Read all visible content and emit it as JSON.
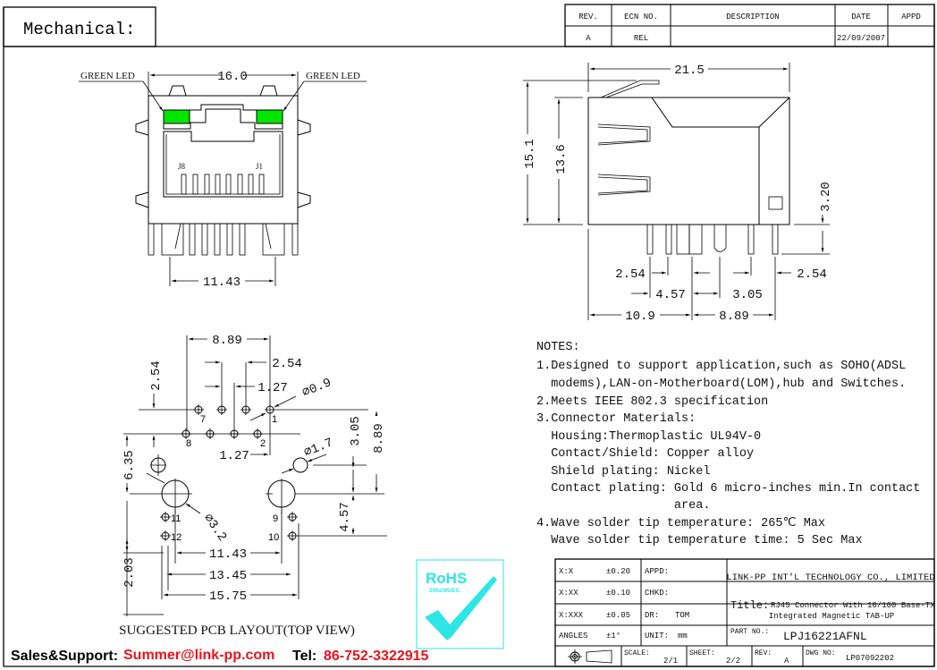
{
  "header": {
    "section_title": "Mechanical:"
  },
  "revision_table": {
    "columns": [
      "REV.",
      "ECN NO.",
      "DESCRIPTION",
      "DATE",
      "APPD"
    ],
    "rows": [
      [
        "A",
        "REL",
        "",
        "22/09/2007",
        ""
      ]
    ]
  },
  "front_view": {
    "led_left": "GREEN LED",
    "led_right": "GREEN LED",
    "width_dim": "16.0",
    "pin_span_dim": "11.43",
    "contact_left": "J8",
    "contact_right": "J1",
    "led_color": "#00e600"
  },
  "side_view": {
    "length_dim": "21.5",
    "height_total_dim": "15.1",
    "height_body_dim": "13.6",
    "pin_length_dim": "3.20",
    "pitch_left_dim": "2.54",
    "pitch_right_dim": "2.54",
    "dim_457": "4.57",
    "dim_305": "3.05",
    "dim_109": "10.9",
    "dim_889": "8.89"
  },
  "pcb_layout": {
    "caption": "SUGGESTED PCB LAYOUT(TOP VIEW)",
    "dims": {
      "top_span": "8.89",
      "pitch_254": "2.54",
      "pitch_127_top": "1.27",
      "hole_09": "⌀0.9",
      "row_254": "2.54",
      "dim_635": "6.35",
      "dim_203": "2.03",
      "pitch_127_bottom": "1.27",
      "hole_17": "⌀1.7",
      "dim_305": "3.05",
      "dim_889_v": "8.89",
      "dim_457": "4.57",
      "hole_32": "⌀3.2",
      "dim_1143": "11.43",
      "dim_1345": "13.45",
      "dim_1575": "15.75"
    },
    "pin_labels": {
      "p1": "1",
      "p2": "2",
      "p7": "7",
      "p8": "8",
      "p9": "9",
      "p10": "10",
      "p11": "11",
      "p12": "12"
    }
  },
  "notes": {
    "heading": "NOTES:",
    "lines": [
      "1.Designed to support application,such as SOHO(ADSL",
      "  modems),LAN-on-Motherboard(LOM),hub and Switches.",
      "2.Meets IEEE 802.3 specification",
      "3.Connector Materials:",
      "  Housing:Thermoplastic UL94V-0",
      "  Contact/Shield: Copper alloy",
      "  Shield plating: Nickel",
      "  Contact plating: Gold 6 micro-inches min.In contact",
      "                   area.",
      "4.Wave solder tip temperature: 265℃ Max",
      "  Wave solder tip temperature time: 5 Sec Max"
    ]
  },
  "rohs": {
    "title": "RoHS",
    "directive": "2002/95/EC",
    "color": "#2ee6e6"
  },
  "title_block": {
    "tolerances": [
      {
        "label": "X:X",
        "value": "±0.20"
      },
      {
        "label": "X:XX",
        "value": "±0.10"
      },
      {
        "label": "X:XXX",
        "value": "±0.05"
      },
      {
        "label": "ANGLES",
        "value": "±1°"
      }
    ],
    "appd_label": "APPD:",
    "chkd_label": "CHKD:",
    "dr_label": "DR:",
    "dr_value": "TOM",
    "unit_label": "UNIT:",
    "unit_value": "mm",
    "company": "LINK-PP INT'L TECHNOLOGY CO., LIMITED",
    "title_label": "Title:",
    "title_line1": "RJ45 Connector With 10/100 Base-TX",
    "title_line2": "Integrated Magnetic TAB-UP",
    "part_no_label": "PART NO.:",
    "part_no": "LPJ16221AFNL",
    "scale_label": "SCALE:",
    "scale_value": "2/1",
    "sheet_label": "SHEET:",
    "sheet_value": "2/2",
    "rev_label": "REV:",
    "rev_value": "A",
    "dwg_label": "DWG NO:",
    "dwg_value": "LP07092202"
  },
  "footer": {
    "sales_label": "Sales&Support:",
    "email": "Summer@link-pp.com",
    "tel_label": "Tel:",
    "tel": "86-752-3322915",
    "accent_color": "#e8141e"
  }
}
